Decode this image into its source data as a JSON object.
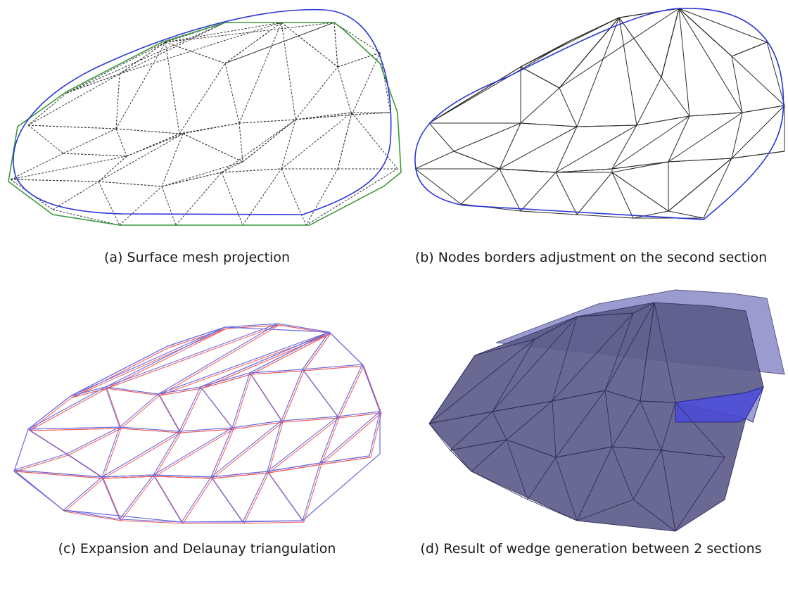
{
  "figure": {
    "panels": [
      {
        "id": "a",
        "caption": "(a) Surface mesh projection",
        "curve_color": "#2a36d6",
        "polygon_color": "#3a9a3a",
        "mesh_color": "#333333"
      },
      {
        "id": "b",
        "caption": "(b) Nodes borders adjustment on the second section",
        "curve_color": "#2a36d6",
        "mesh_color": "#2b2b2b"
      },
      {
        "id": "c",
        "caption": "(c) Expansion and Delaunay triangulation",
        "primary_color": "#6a6ae0",
        "secondary_color": "#ef5a5a"
      },
      {
        "id": "d",
        "caption": "(d) Result of wedge generation between 2 sections",
        "face_color": "#5c5c8a",
        "top_color": "#8a8ac8",
        "cut_color": "#4a4ad8"
      }
    ]
  }
}
